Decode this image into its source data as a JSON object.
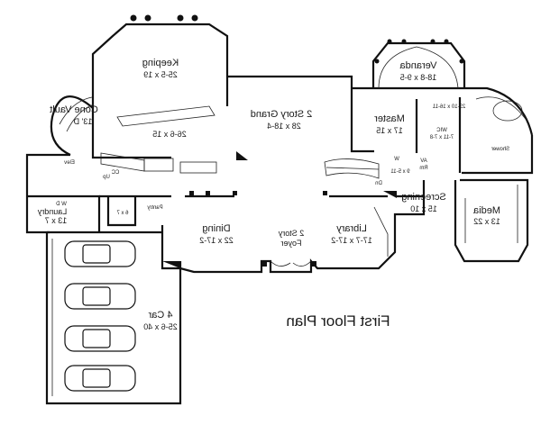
{
  "plan_title": "First Floor Plan",
  "rooms": {
    "keeping": {
      "name": "Keeping",
      "dim": "25-5 x 19"
    },
    "kitchen": {
      "dim": "26-6 x 15"
    },
    "cone_vault": {
      "name": "Cone Vault",
      "dim": "13' D"
    },
    "grand": {
      "name": "2 Story Grand",
      "dim": "28 x 18-4"
    },
    "veranda": {
      "name": "Veranda",
      "dim": "18-8 x 9-5"
    },
    "master": {
      "name": "Master",
      "dim": "17 x 15"
    },
    "bath": {
      "dim": "23-10 x 16-11"
    },
    "wic": {
      "name": "WIC",
      "dim": "7-11 x 7-8"
    },
    "shower": {
      "name": "Shower"
    },
    "av": {
      "name": "AV",
      "sub": "Rm"
    },
    "w": {
      "name": "W",
      "dim": "9 x 5-11"
    },
    "screening": {
      "name": "Screening",
      "dim": "15 x 10"
    },
    "media": {
      "name": "Media",
      "dim": "13 x 22"
    },
    "dining": {
      "name": "Dining",
      "dim": "22 x 17-2"
    },
    "foyer": {
      "name": "2 Story",
      "sub": "Foyer"
    },
    "library": {
      "name": "Library",
      "dim": "17-7 x 17-2"
    },
    "laundry": {
      "name": "Laundry",
      "dim": "13 x 7"
    },
    "pantry": {
      "name": "Pantry"
    },
    "pantry_dim": {
      "dim": "6 x 7"
    },
    "garage": {
      "name": "4 Car",
      "dim": "25-6 x 40"
    },
    "elev": {
      "name": "Elev"
    },
    "wd": {
      "name": "W D"
    },
    "up": {
      "name": "Up"
    },
    "dn": {
      "name": "Dn"
    },
    "cc": {
      "name": "CC"
    }
  }
}
